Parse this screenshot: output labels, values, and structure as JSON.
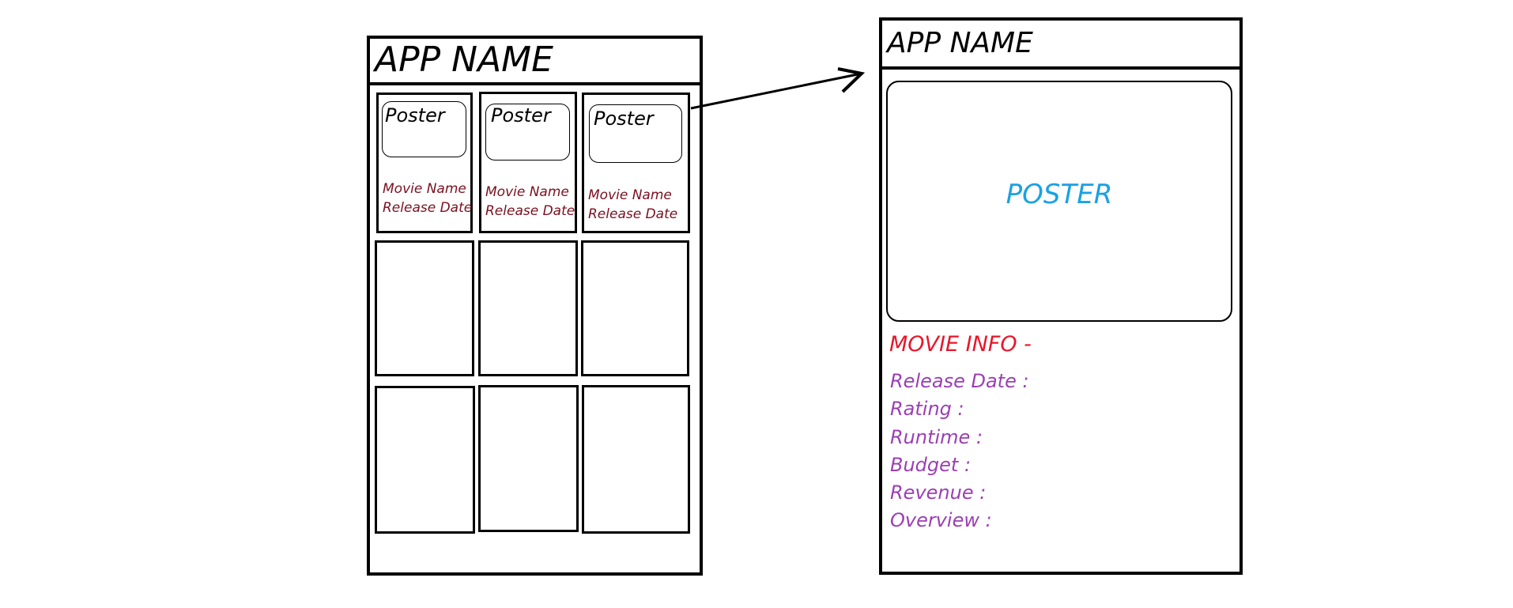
{
  "list_screen": {
    "app_title": "APP NAME",
    "featured_cards": [
      {
        "poster_label": "Poster",
        "movie_name": "Movie Name",
        "release_date": "Release Date"
      },
      {
        "poster_label": "Poster",
        "movie_name": "Movie Name",
        "release_date": "Release Date"
      },
      {
        "poster_label": "Poster",
        "movie_name": "Movie Name",
        "release_date": "Release Date"
      }
    ]
  },
  "detail_screen": {
    "app_title": "APP NAME",
    "poster_label": "POSTER",
    "info_heading": "MOVIE INFO -",
    "info_fields": [
      "Release Date :",
      "Rating :",
      "Runtime :",
      "Budget :",
      "Revenue :",
      "Overview :"
    ]
  },
  "colors": {
    "outline": "#000000",
    "movie_meta_text": "#7a1020",
    "poster_label_detail": "#1ba1e2",
    "info_heading": "#e8162a",
    "info_fields": "#9b3fb3"
  }
}
